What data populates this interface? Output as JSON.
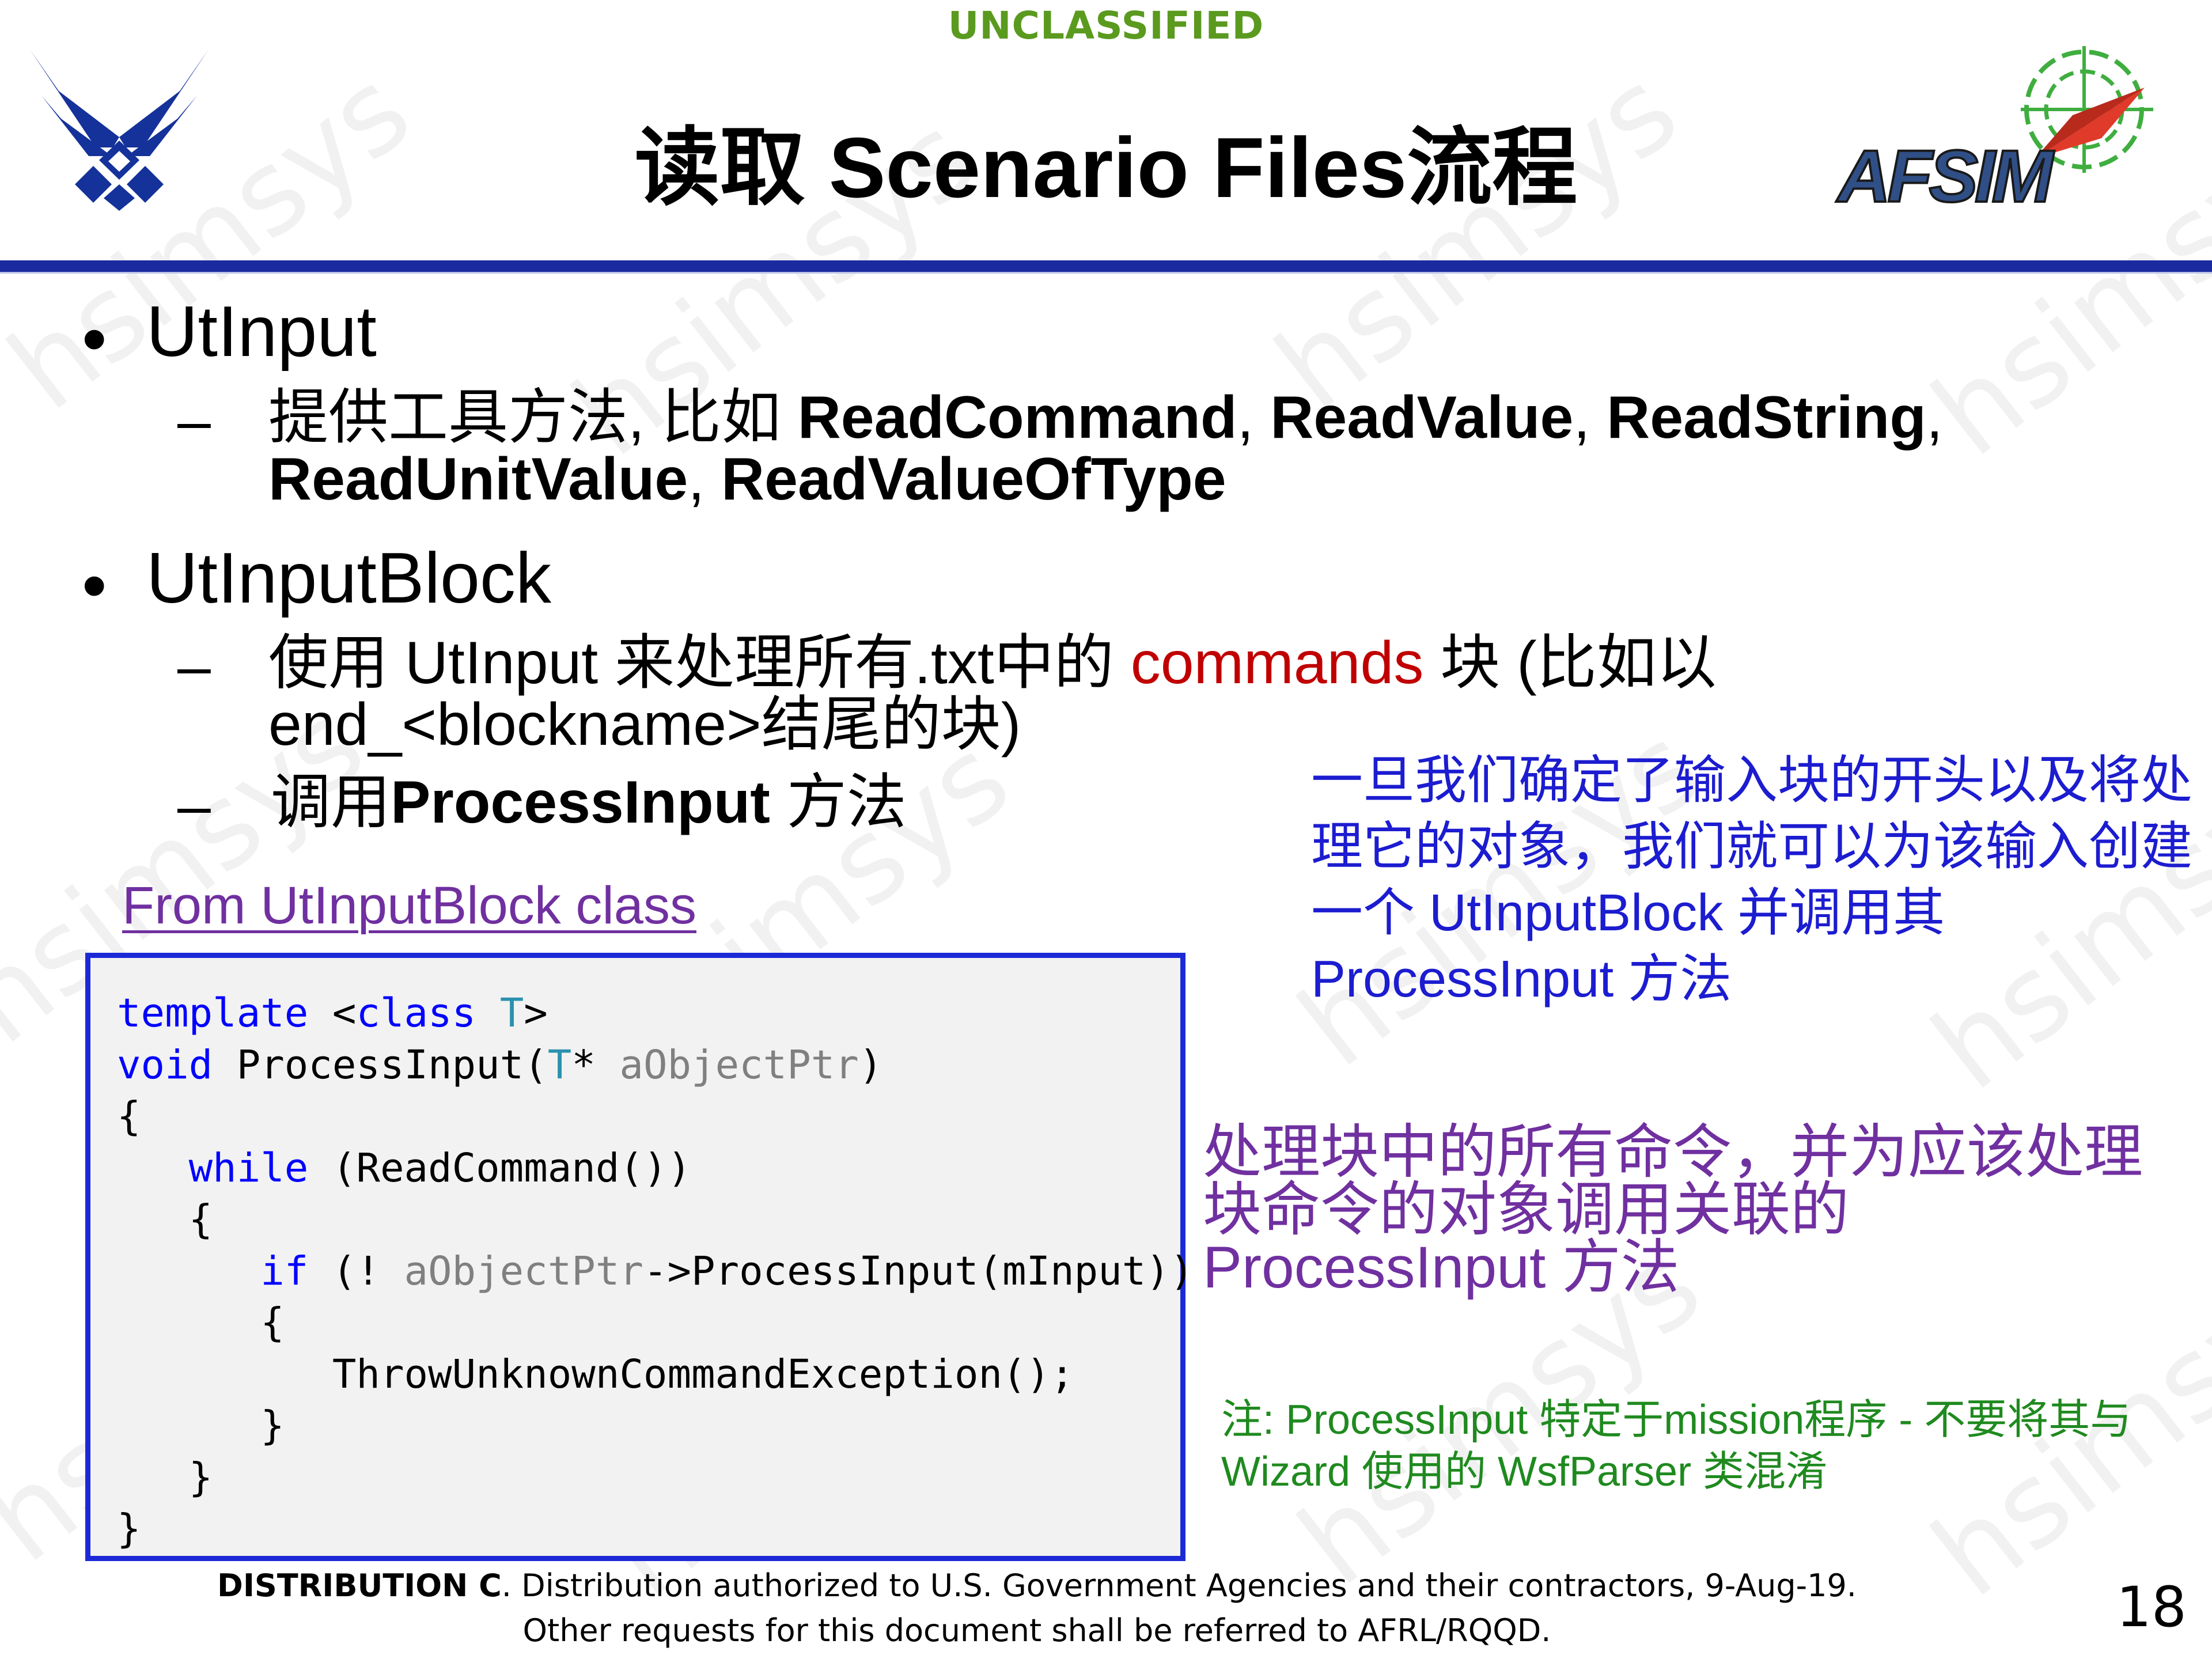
{
  "header": {
    "classification": "UNCLASSIFIED",
    "title": "读取 Scenario Files流程",
    "left_logo": "air-force-wings-logo",
    "right_logo": "AFSIM",
    "accent_color": "#1c2aa0"
  },
  "watermark": "hsimsys",
  "bullets": [
    {
      "title": "UtInput",
      "subs": [
        {
          "prefix": "提供工具方法, 比如 ",
          "items": [
            "ReadCommand",
            "ReadValue",
            "ReadString",
            "ReadUnitValue",
            "ReadValueOfType"
          ]
        }
      ]
    },
    {
      "title": "UtInputBlock",
      "subs": [
        {
          "p1": "使用 UtInput 来处理所有.txt中的 ",
          "red": "commands",
          "p2": " 块 (比如以",
          "line2": "end_<blockname>结尾的块)"
        },
        {
          "p1": "调用",
          "bold": "ProcessInput",
          "p2": " 方法"
        }
      ]
    }
  ],
  "code_caption": "From UtInputBlock class",
  "code": {
    "lines": [
      [
        {
          "t": "template",
          "c": "kw"
        },
        {
          "t": " <"
        },
        {
          "t": "class",
          "c": "kw"
        },
        {
          "t": " "
        },
        {
          "t": "T",
          "c": "ty"
        },
        {
          "t": ">"
        }
      ],
      [
        {
          "t": "void",
          "c": "kw"
        },
        {
          "t": " ProcessInput("
        },
        {
          "t": "T",
          "c": "ty"
        },
        {
          "t": "* "
        },
        {
          "t": "aObjectPtr",
          "c": "pm"
        },
        {
          "t": ")"
        }
      ],
      [
        {
          "t": "{"
        }
      ],
      [
        {
          "t": "   "
        },
        {
          "t": "while",
          "c": "kw"
        },
        {
          "t": " (ReadCommand())"
        }
      ],
      [
        {
          "t": "   {"
        }
      ],
      [
        {
          "t": "      "
        },
        {
          "t": "if",
          "c": "kw"
        },
        {
          "t": " (! "
        },
        {
          "t": "aObjectPtr",
          "c": "pm"
        },
        {
          "t": "->ProcessInput(mInput))"
        }
      ],
      [
        {
          "t": "      {"
        }
      ],
      [
        {
          "t": "         ThrowUnknownCommandException();"
        }
      ],
      [
        {
          "t": "      }"
        }
      ],
      [
        {
          "t": "   }"
        }
      ],
      [
        {
          "t": "}"
        }
      ]
    ]
  },
  "notes": {
    "blue": "一旦我们确定了输入块的开头以及将处理它的对象，我们就可以为该输入创建一个 UtInputBlock 并调用其 ProcessInput 方法",
    "purple_line1": "处理块中的所有命令，并为应该处理",
    "purple_line2": "块命令的对象调用关联的",
    "purple_line3": "ProcessInput 方法",
    "green_line1": "注:  ProcessInput 特定于mission程序 - 不要将其与",
    "green_line2": "Wizard 使用的 WsfParser 类混淆"
  },
  "footer": {
    "bold": "DISTRIBUTION C",
    "rest": ". Distribution authorized to U.S. Government Agencies and their contractors, 9-Aug-19.",
    "line2": "Other requests for this document shall be referred to AFRL/RQQD.",
    "page_number": "18"
  }
}
